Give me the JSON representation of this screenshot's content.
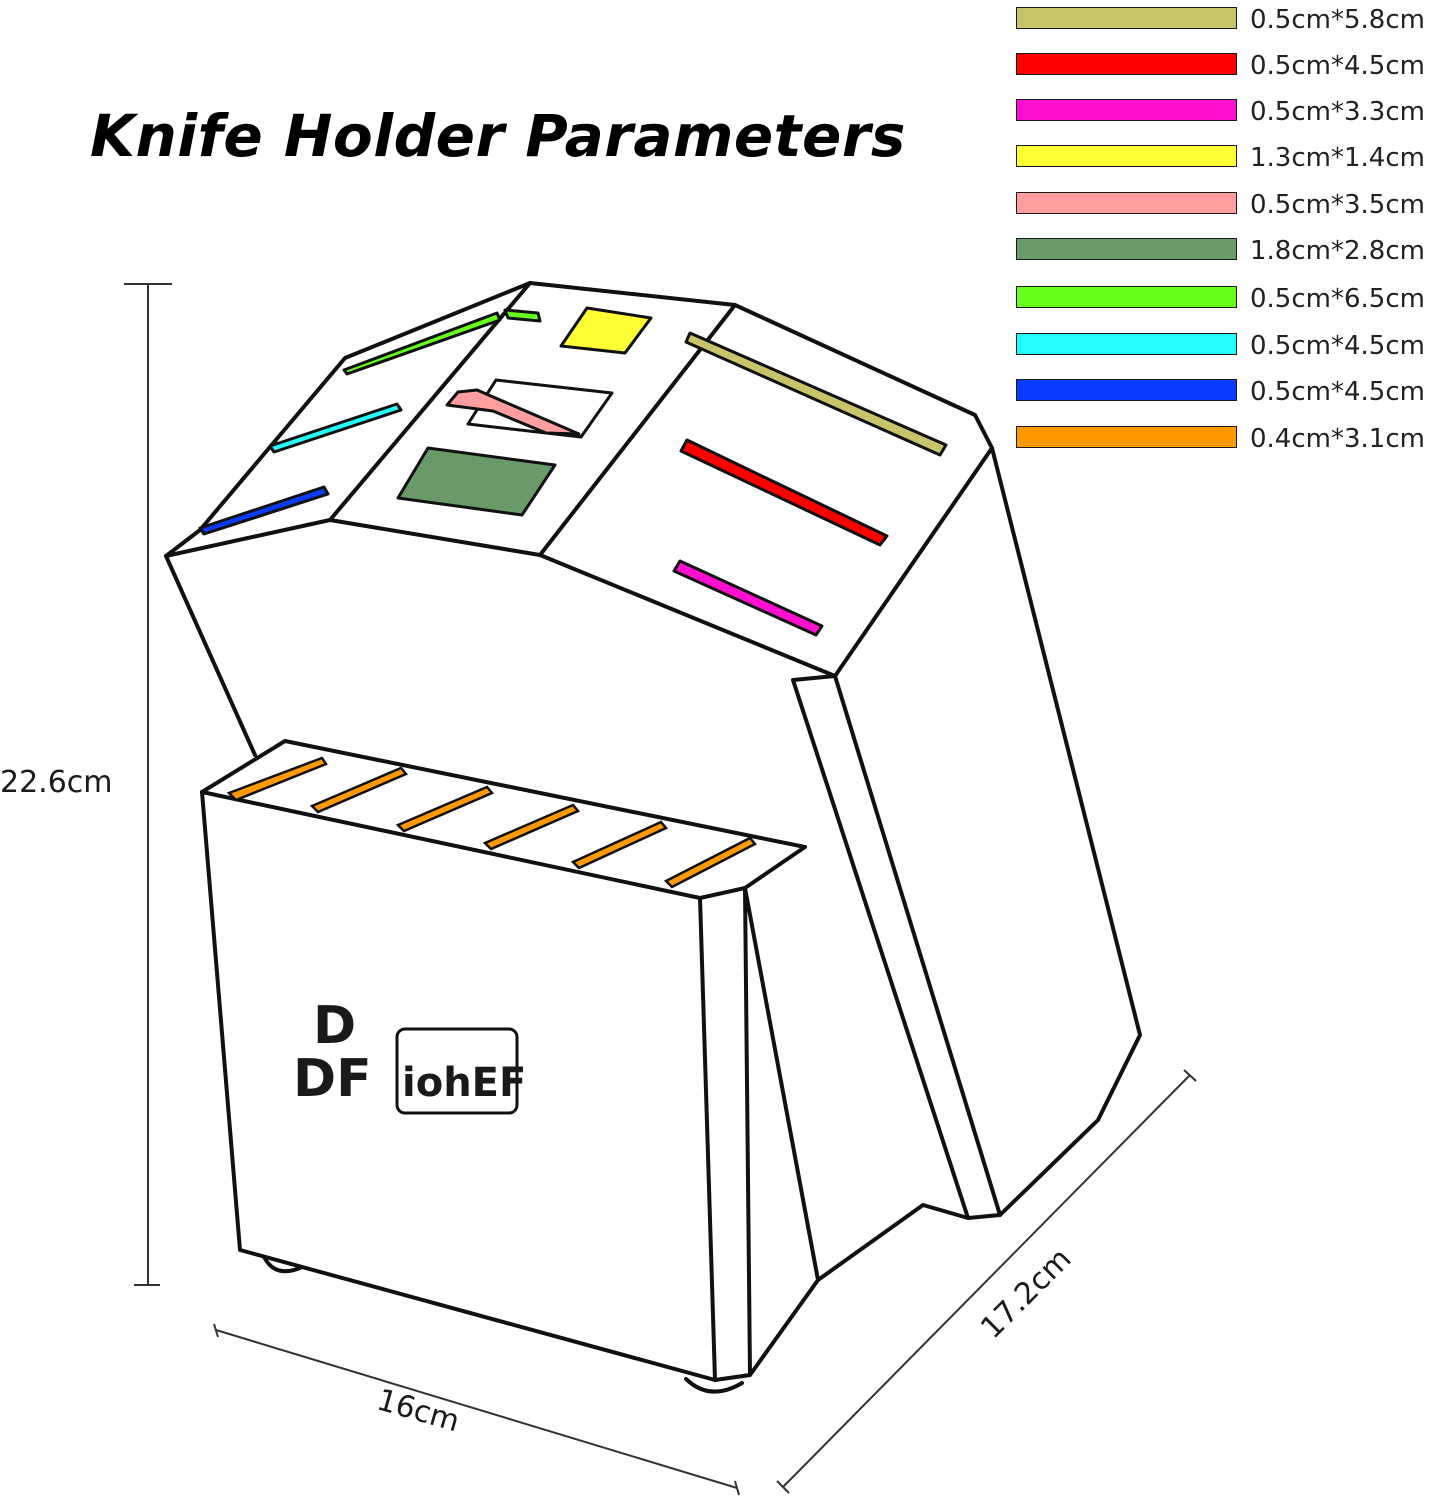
{
  "title": "Knife Holder Parameters",
  "legend": [
    {
      "label": "0.5cm*5.8cm",
      "color": "#c8c46a"
    },
    {
      "label": "0.5cm*4.5cm",
      "color": "#ff0000"
    },
    {
      "label": "0.5cm*3.3cm",
      "color": "#ff10d0"
    },
    {
      "label": "1.3cm*1.4cm",
      "color": "#ffff33"
    },
    {
      "label": "0.5cm*3.5cm",
      "color": "#ff9e9e"
    },
    {
      "label": "1.8cm*2.8cm",
      "color": "#6a9a6a"
    },
    {
      "label": "0.5cm*6.5cm",
      "color": "#66ff1a"
    },
    {
      "label": "0.5cm*4.5cm",
      "color": "#22ffff"
    },
    {
      "label": "0.5cm*4.5cm",
      "color": "#0a3cff"
    },
    {
      "label": "0.4cm*3.1cm",
      "color": "#ff9900"
    }
  ],
  "dimensions": {
    "height": "22.6cm",
    "width": "16cm",
    "depth": "17.2cm"
  },
  "logo": {
    "brand_left_top": "D",
    "brand_left_bottom": "DF",
    "brand_right": "iohEF"
  }
}
